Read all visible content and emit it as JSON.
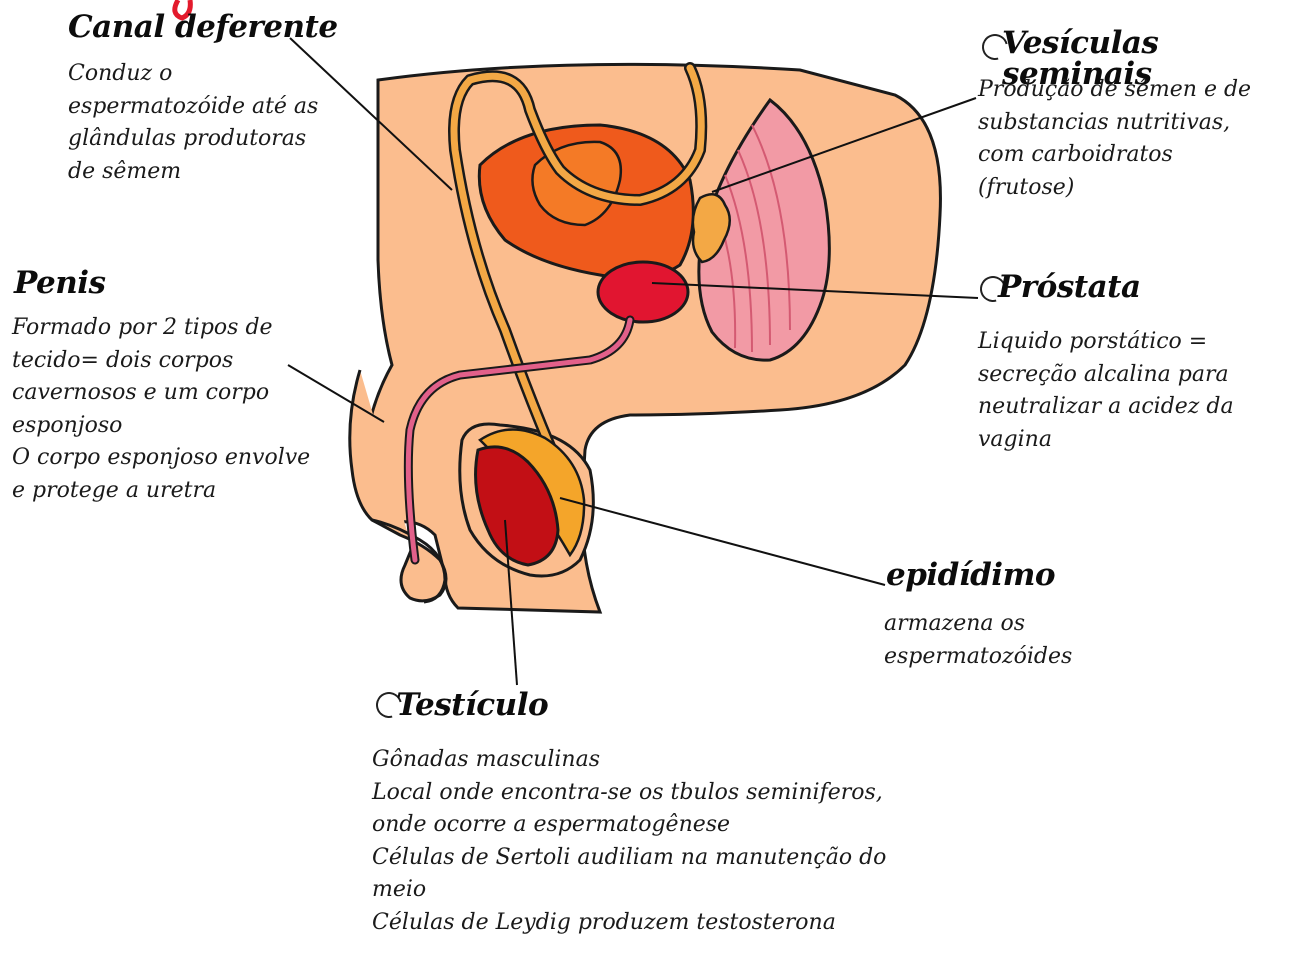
{
  "labels": {
    "canal_deferente": {
      "title": "Canal deferente",
      "lines": [
        "Conduz o",
        "espermatozóide até as",
        "glândulas produtoras",
        "de sêmem"
      ]
    },
    "vesiculas_seminais": {
      "title": "Vesículas seminais",
      "lines": [
        "Produção de sêmen e de",
        "substancias nutritivas,",
        "com carboidratos",
        "(frutose)"
      ]
    },
    "penis": {
      "title": "Penis",
      "lines": [
        "Formado por 2 tipos de",
        "tecido= dois corpos",
        "cavernosos e um corpo",
        "esponjoso",
        "O corpo esponjoso envolve",
        "e protege  a uretra"
      ]
    },
    "prostata": {
      "title": "Próstata",
      "lines": [
        "Liquido porstático =",
        "secreção alcalina para",
        "neutralizar a acidez da",
        "vagina"
      ]
    },
    "epididimo": {
      "title": "epidídimo",
      "lines": [
        "armazena os",
        "espermatozóides"
      ]
    },
    "testiculo": {
      "title": "Testículo",
      "lines": [
        "Gônadas masculinas",
        "Local onde encontra-se os tbulos seminiferos,",
        "onde ocorre a espermatogênese",
        "Células de Sertoli audiliam na manutenção do",
        "meio",
        "Células de Leydig produzem testosterona"
      ]
    }
  },
  "colors": {
    "skin": "#fbbd8e",
    "duct": "#f3a845",
    "bladder": "#ef5a1c",
    "bladder_inner": "#f47a26",
    "prostate": "#e11530",
    "rectum": "#f29aa5",
    "rectum_lines": "#d45a72",
    "urethra": "#e2608a",
    "epididymis": "#f4a52a",
    "testis": "#c20f15",
    "outline": "#1a1a1a"
  }
}
